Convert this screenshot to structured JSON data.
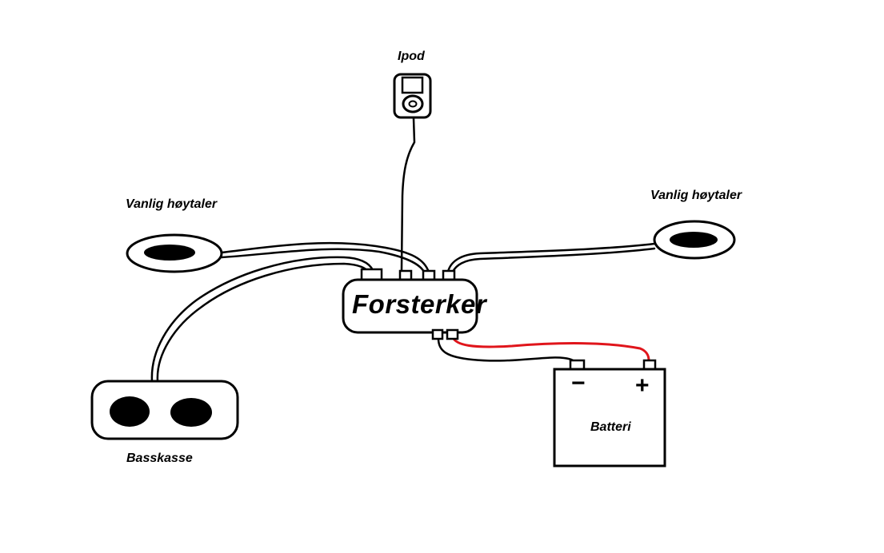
{
  "labels": {
    "ipod": "Ipod",
    "speaker_left": "Vanlig høytaler",
    "speaker_right": "Vanlig høytaler",
    "amplifier": "Forsterker",
    "subwoofer": "Basskasse",
    "battery": "Batteri",
    "battery_minus": "−",
    "battery_plus": "+"
  },
  "colors": {
    "line": "#000000",
    "positive_wire": "#e0151b",
    "background": "#ffffff"
  }
}
